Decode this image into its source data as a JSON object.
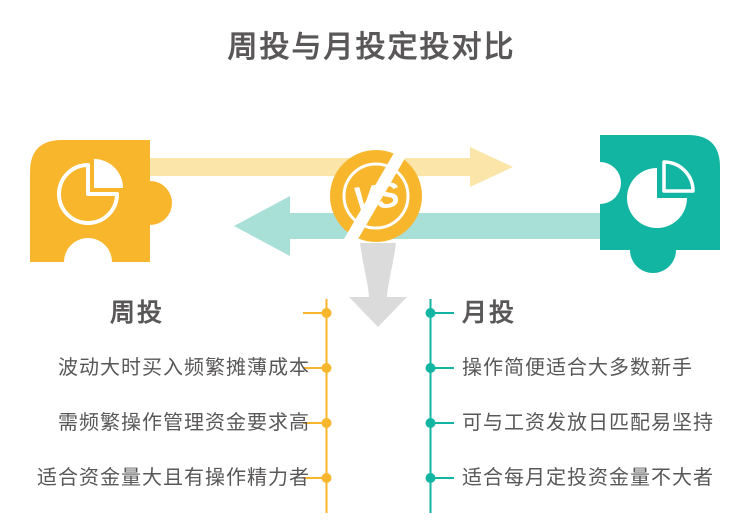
{
  "header": {
    "title": "周投与月投定投对比"
  },
  "vs_badge": {
    "label": "VS",
    "icon": "lightning-vs-badge"
  },
  "columns": {
    "left": {
      "title": "周投",
      "icon": "puzzle-piece-pie-chart",
      "items": [
        "波动大时买入频繁摊薄成本",
        "需频繁操作管理资金要求高",
        "适合资金量大且有操作精力者"
      ]
    },
    "right": {
      "title": "月投",
      "icon": "puzzle-piece-pie-chart",
      "items": [
        "操作简便适合大多数新手",
        "可与工资发放日匹配易坚持",
        "适合每月定投资金量不大者"
      ]
    }
  },
  "colors": {
    "yellow": "#F8B62D",
    "yellow_light": "#FBE5A8",
    "teal": "#12B5A1",
    "teal_light": "#A8E0D7",
    "gray_arrow": "#DBDBDB",
    "text": "#595757"
  }
}
